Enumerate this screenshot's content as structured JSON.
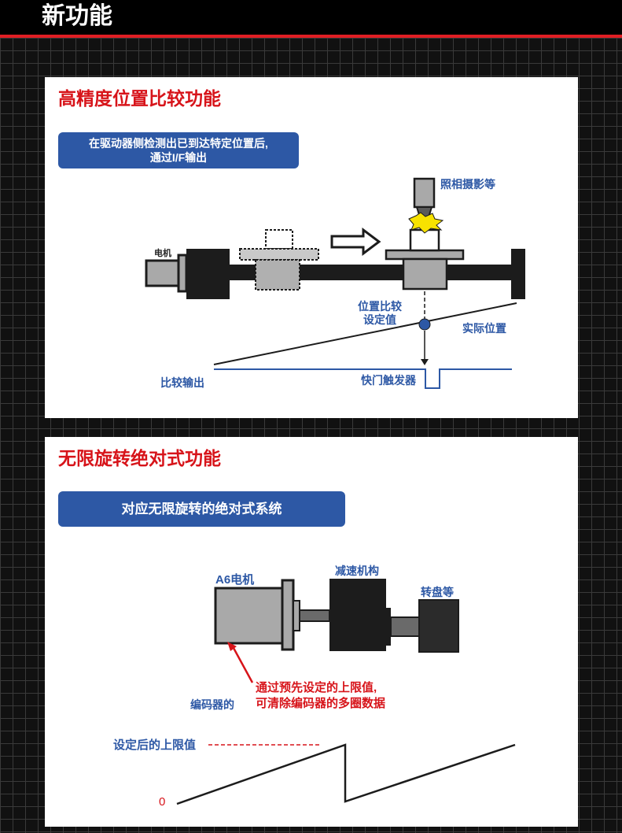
{
  "page_title": "新功能",
  "colors": {
    "accent_red": "#d7141a",
    "accent_blue": "#2d58a5",
    "background": "#111111"
  },
  "section1": {
    "title": "高精度位置比较功能",
    "banner": {
      "line1": "在驱动器侧检测出已到达特定位置后,",
      "line2": "通过I/F输出"
    },
    "labels": {
      "motor": "电机",
      "camera": "照相摄影等",
      "compare_setting": {
        "line1": "位置比较",
        "line2": "设定值"
      },
      "actual_position": "实际位置",
      "compare_output": "比较输出",
      "shutter_trigger": "快门触发器"
    }
  },
  "section2": {
    "title": "无限旋转绝对式功能",
    "banner": "对应无限旋转的绝对式系统",
    "labels": {
      "motor": "A6电机",
      "reducer": "减速机构",
      "turntable": "转盘等",
      "note": {
        "line1": "通过预先设定的上限值,",
        "line2": "可清除编码器的多圈数据"
      },
      "encoder": "编码器的",
      "upper_limit": "设定后的上限值",
      "zero": "0"
    }
  }
}
